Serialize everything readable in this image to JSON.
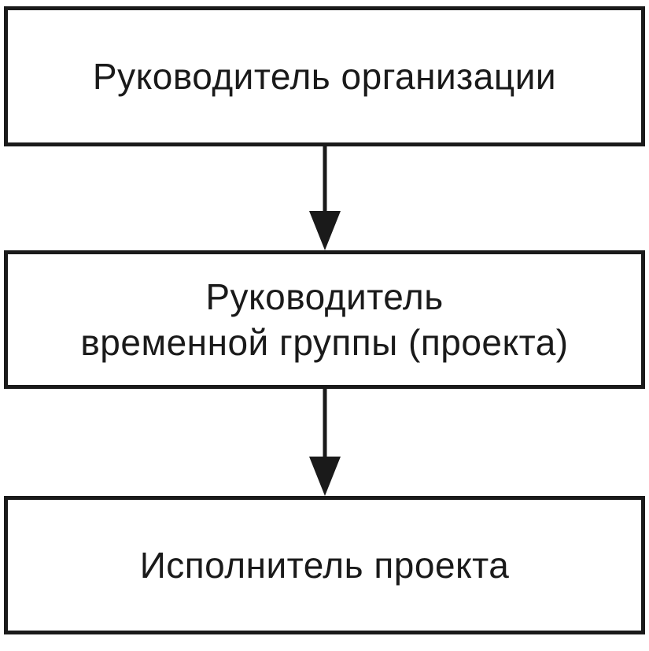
{
  "diagram": {
    "type": "hierarchy-flow",
    "nodes": [
      {
        "id": "org-head",
        "lines": [
          "Руководитель организации"
        ]
      },
      {
        "id": "group-head",
        "lines": [
          "Руководитель",
          "временной группы (проекта)"
        ]
      },
      {
        "id": "executor",
        "lines": [
          "Исполнитель проекта"
        ]
      }
    ],
    "edges": [
      {
        "from": "org-head",
        "to": "group-head"
      },
      {
        "from": "group-head",
        "to": "executor"
      }
    ]
  }
}
